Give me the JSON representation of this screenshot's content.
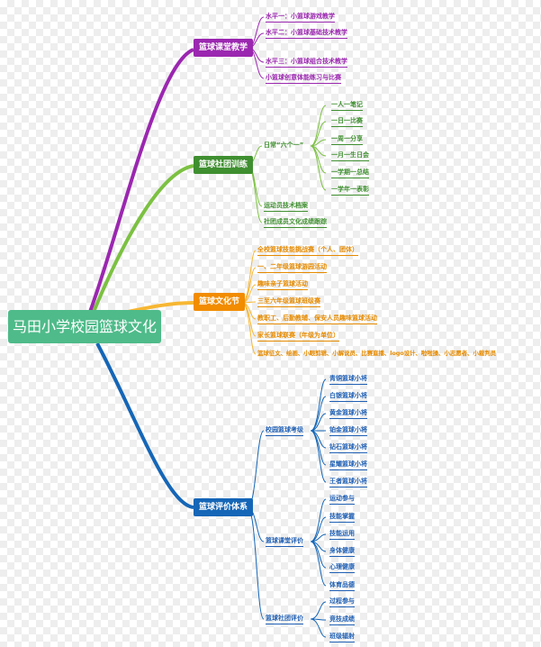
{
  "root": "马田小学校园篮球文化",
  "colors": {
    "purple": "#9b27b0",
    "green": "#3f8f30",
    "light_green": "#7cc142",
    "orange": "#f28c00",
    "blue": "#1566b7",
    "root": "#4fbb8a"
  },
  "branches": [
    {
      "label": "篮球课堂教学",
      "items": [
        "水平一：小篮球游戏教学",
        "水平二：小篮球基础技术教学",
        "水平三：小篮球组合技术教学",
        "小篮球创意体能练习与比赛"
      ]
    },
    {
      "label": "篮球社团训练",
      "sub": {
        "label": "日常“六个一”",
        "items": [
          "一人一笔记",
          "一日一比赛",
          "一周一分享",
          "一月一生日会",
          "一学期一总结",
          "一学年一表彰"
        ]
      },
      "items": [
        "运动员技术档案",
        "社团成员文化成绩跟踪"
      ]
    },
    {
      "label": "篮球文化节",
      "items": [
        "全校篮球技能挑战赛（个人、团体）",
        "一、二年级篮球游园活动",
        "趣味亲子篮球活动",
        "三至六年级篮球班级赛",
        "教职工、后勤教辅、保安人员趣味篮球活动",
        "家长篮球联赛（年级为单位）",
        "篮球征文、绘画、小眼剪辑、小解说员、比赛直播、logo设计、啦啦操、小志愿者、小裁判员"
      ]
    },
    {
      "label": "篮球评价体系",
      "groups": [
        {
          "label": "校园篮球考级",
          "items": [
            "青铜篮球小将",
            "白银篮球小将",
            "黄金篮球小将",
            "铂金篮球小将",
            "钻石篮球小将",
            "星耀篮球小将",
            "王者篮球小将"
          ]
        },
        {
          "label": "篮球课堂评价",
          "items": [
            "运动参与",
            "技能掌握",
            "技能运用",
            "身体健康",
            "心理健康",
            "体育品德"
          ]
        },
        {
          "label": "篮球社团评价",
          "items": [
            "过程参与",
            "竞技成绩",
            "班级辐射"
          ]
        }
      ]
    }
  ]
}
